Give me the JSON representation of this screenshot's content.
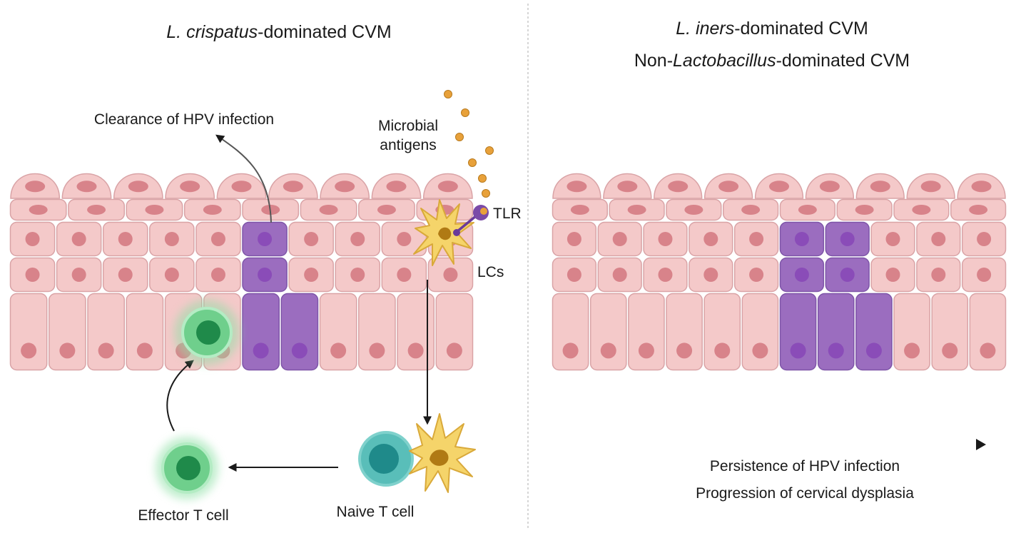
{
  "left_panel": {
    "title_species": "L. crispatus",
    "title_suffix": "-dominated CVM",
    "clearance_label": "Clearance of HPV infection",
    "microbial_label_line1": "Microbial",
    "microbial_label_line2": "antigens",
    "tlr_label": "TLR",
    "lcs_label": "LCs",
    "effector_label": "Effector T cell",
    "naive_label": "Naive T cell"
  },
  "right_panel": {
    "title1_species": "L. iners",
    "title1_suffix": "-dominated CVM",
    "title2_prefix": "Non-",
    "title2_genus": "Lactobacillus",
    "title2_suffix": "-dominated CVM",
    "persistence_label": "Persistence of HPV infection",
    "progression_label": "Progression of cervical dysplasia"
  },
  "colors": {
    "healthy_cell": "#f4c9c9",
    "healthy_nucleus": "#d8838a",
    "infected_cell": "#9b6dbf",
    "infected_nucleus": "#8a4cb8",
    "langerhans_cell": "#f5d46a",
    "t_cell_green": "#3db86b",
    "naive_t_cell": "#2a9d9a",
    "antigen": "#e8a13a"
  }
}
